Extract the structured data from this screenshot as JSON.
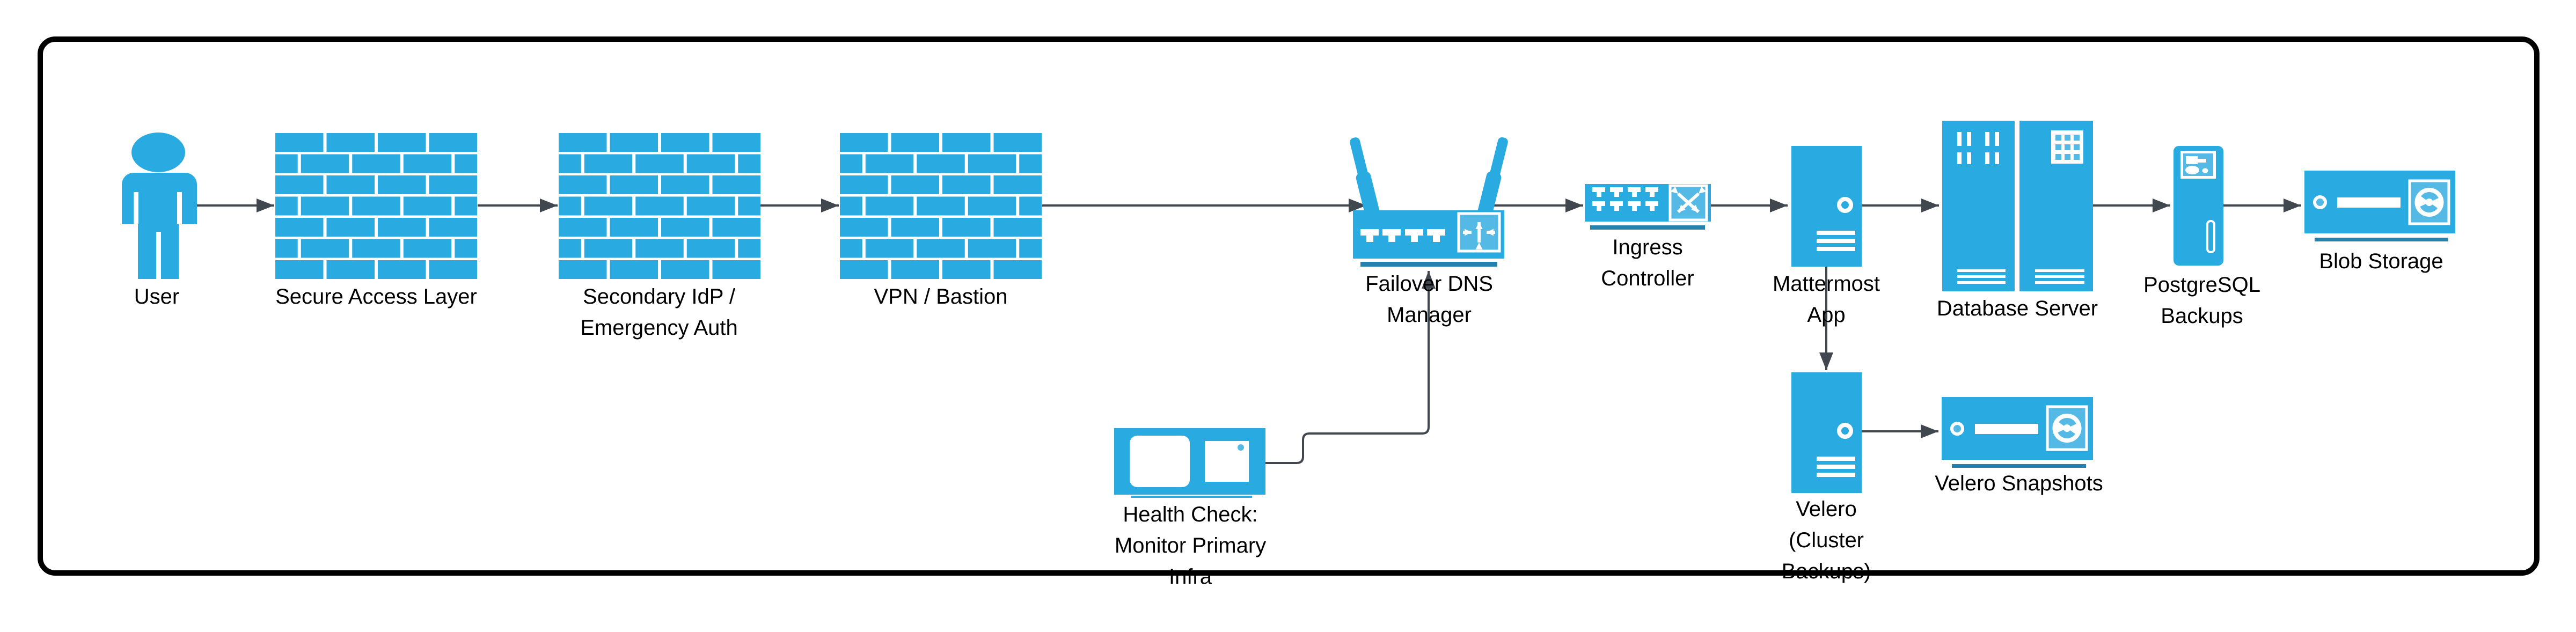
{
  "diagram": {
    "colors": {
      "primary_blue": "#29ABE2",
      "light_blue": "#55B9E6",
      "underline_blue": "#2581AE",
      "connector_gray": "#40474E",
      "frame_black": "#000000",
      "text_black": "#000000"
    },
    "nodes": [
      {
        "id": "user",
        "label": "User",
        "icon": "person-icon"
      },
      {
        "id": "secure-access-layer",
        "label": "Secure Access Layer",
        "icon": "firewall-icon"
      },
      {
        "id": "secondary-idp",
        "label": "Secondary IdP /\nEmergency Auth",
        "icon": "firewall-icon"
      },
      {
        "id": "vpn-bastion",
        "label": "VPN / Bastion",
        "icon": "firewall-icon"
      },
      {
        "id": "failover-dns",
        "label": "Failover DNS\nManager",
        "icon": "wireless-router-icon"
      },
      {
        "id": "ingress-controller",
        "label": "Ingress\nController",
        "icon": "switch-icon"
      },
      {
        "id": "mattermost-app",
        "label": "Mattermost\nApp",
        "icon": "server-tower-icon"
      },
      {
        "id": "database-server",
        "label": "Database Server",
        "icon": "rack-server-pair-icon"
      },
      {
        "id": "postgresql-backups",
        "label": "PostgreSQL\nBackups",
        "icon": "backup-tower-icon"
      },
      {
        "id": "blob-storage",
        "label": "Blob Storage",
        "icon": "disk-storage-icon"
      },
      {
        "id": "health-check",
        "label": "Health Check:\nMonitor Primary\nInfra",
        "icon": "monitor-icon"
      },
      {
        "id": "velero",
        "label": "Velero\n(Cluster\nBackups)",
        "icon": "server-tower-icon"
      },
      {
        "id": "velero-snapshots",
        "label": "Velero Snapshots",
        "icon": "disk-storage-icon"
      }
    ],
    "edges": [
      {
        "from": "user",
        "to": "secure-access-layer"
      },
      {
        "from": "secure-access-layer",
        "to": "secondary-idp"
      },
      {
        "from": "secondary-idp",
        "to": "vpn-bastion"
      },
      {
        "from": "vpn-bastion",
        "to": "failover-dns"
      },
      {
        "from": "failover-dns",
        "to": "ingress-controller"
      },
      {
        "from": "ingress-controller",
        "to": "mattermost-app"
      },
      {
        "from": "mattermost-app",
        "to": "database-server"
      },
      {
        "from": "database-server",
        "to": "postgresql-backups"
      },
      {
        "from": "postgresql-backups",
        "to": "blob-storage"
      },
      {
        "from": "mattermost-app",
        "to": "velero"
      },
      {
        "from": "velero",
        "to": "velero-snapshots"
      },
      {
        "from": "health-check",
        "to": "failover-dns"
      }
    ]
  }
}
